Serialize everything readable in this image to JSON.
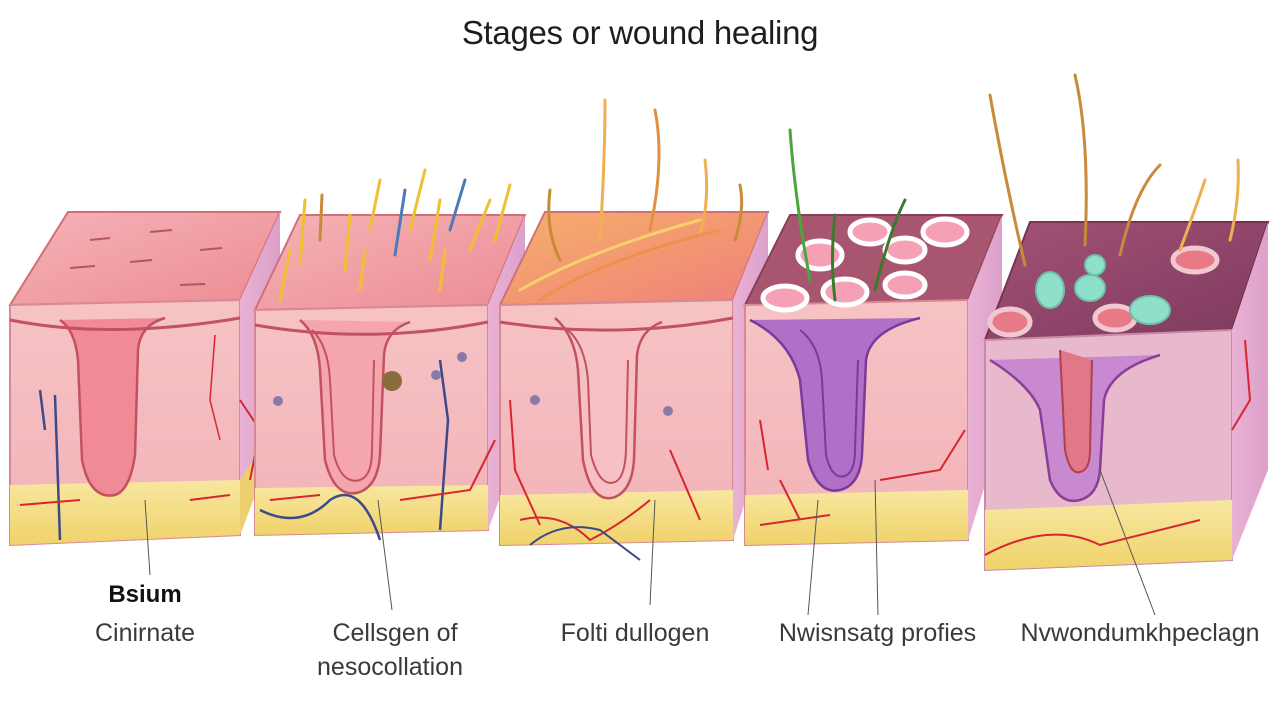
{
  "title": "Stages or wound healing",
  "labels": {
    "stage1_heading": "Bsium",
    "stage1": "Cinirnate",
    "stage2_line1": "Cellsgen of",
    "stage2_line2": "nesocollation",
    "stage3": "Folti dullogen",
    "stage4": "Nwisnsatg profies",
    "stage5": "Nvwondumkhpeclagn"
  },
  "colors": {
    "epidermis_top": "#f2a3a8",
    "epidermis_side": "#f7c1c5",
    "dermis_side": "#e6b6d6",
    "fat_layer": "#f3e08a",
    "blood_vessel": "#d7262f",
    "nerve": "#3c4a8a",
    "hair_yellow": "#f0c030",
    "hair_brown": "#c98a3a",
    "hair_green": "#4aa83a",
    "inflamed_top": "#9a4a6a",
    "purple_wound": "#b070c8",
    "teal_cells": "#8fe0c8"
  }
}
